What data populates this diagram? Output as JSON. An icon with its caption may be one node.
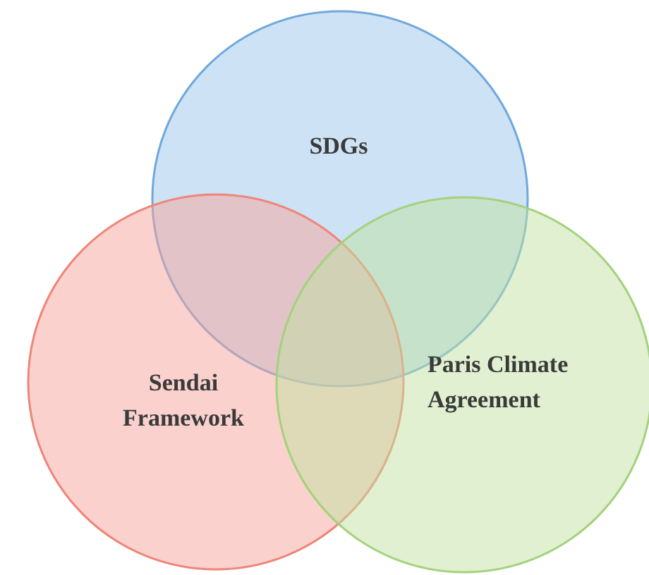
{
  "diagram": {
    "nodes": [
      {
        "text": [
          "SDGs"
        ]
      },
      {
        "text": [
          "Sendai Framework"
        ]
      },
      {
        "text": [
          "Paris Climate Agreement"
        ]
      }
    ]
  }
}
